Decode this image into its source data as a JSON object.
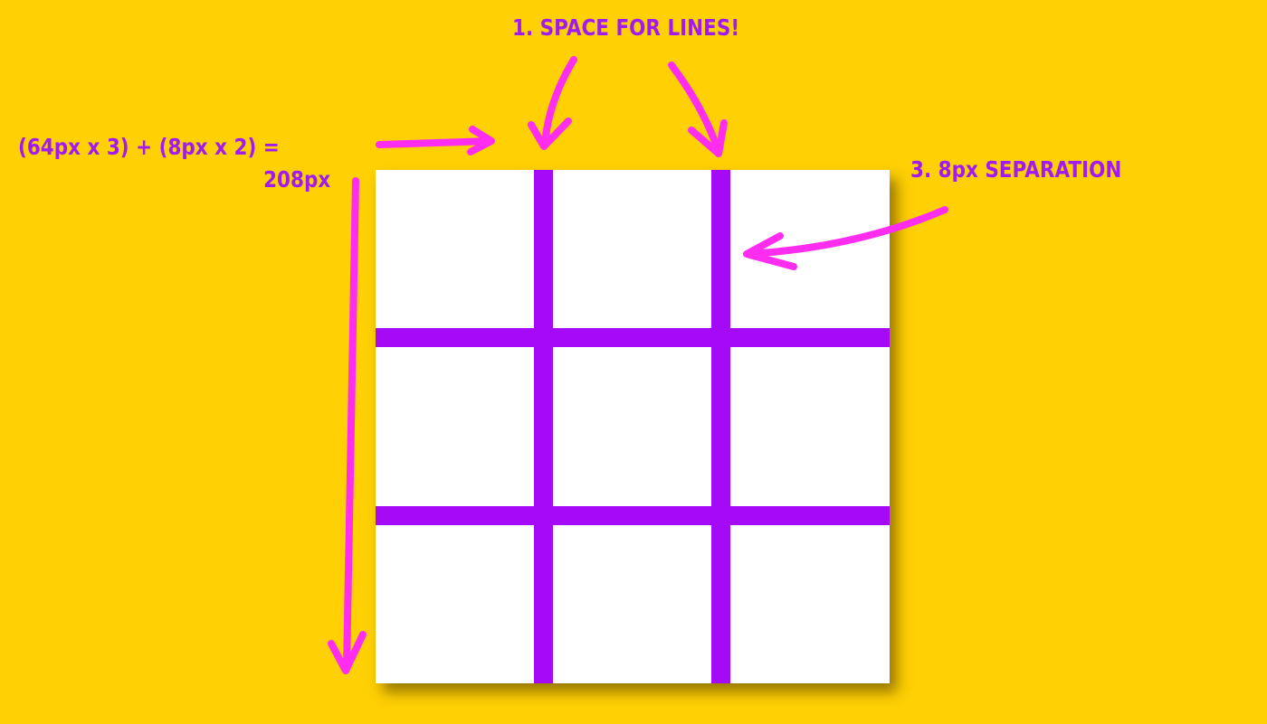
{
  "annotations": {
    "space_for_lines": "1. SPACE FOR LINES!",
    "separation": "3. 8px SEPARATION",
    "formula_line_1": "(64px x 3) + (8px x 2)  =",
    "formula_line_2": "208px"
  },
  "grid": {
    "rows": 3,
    "columns": 3,
    "cells": [
      "",
      "",
      "",
      "",
      "",
      "",
      "",
      "",
      ""
    ]
  },
  "colors": {
    "background": "#ffd004",
    "grid_lines": "#a40af5",
    "annotation_text": "#a21af0",
    "arrows": "#ff2df0",
    "board": "#ffffff"
  }
}
